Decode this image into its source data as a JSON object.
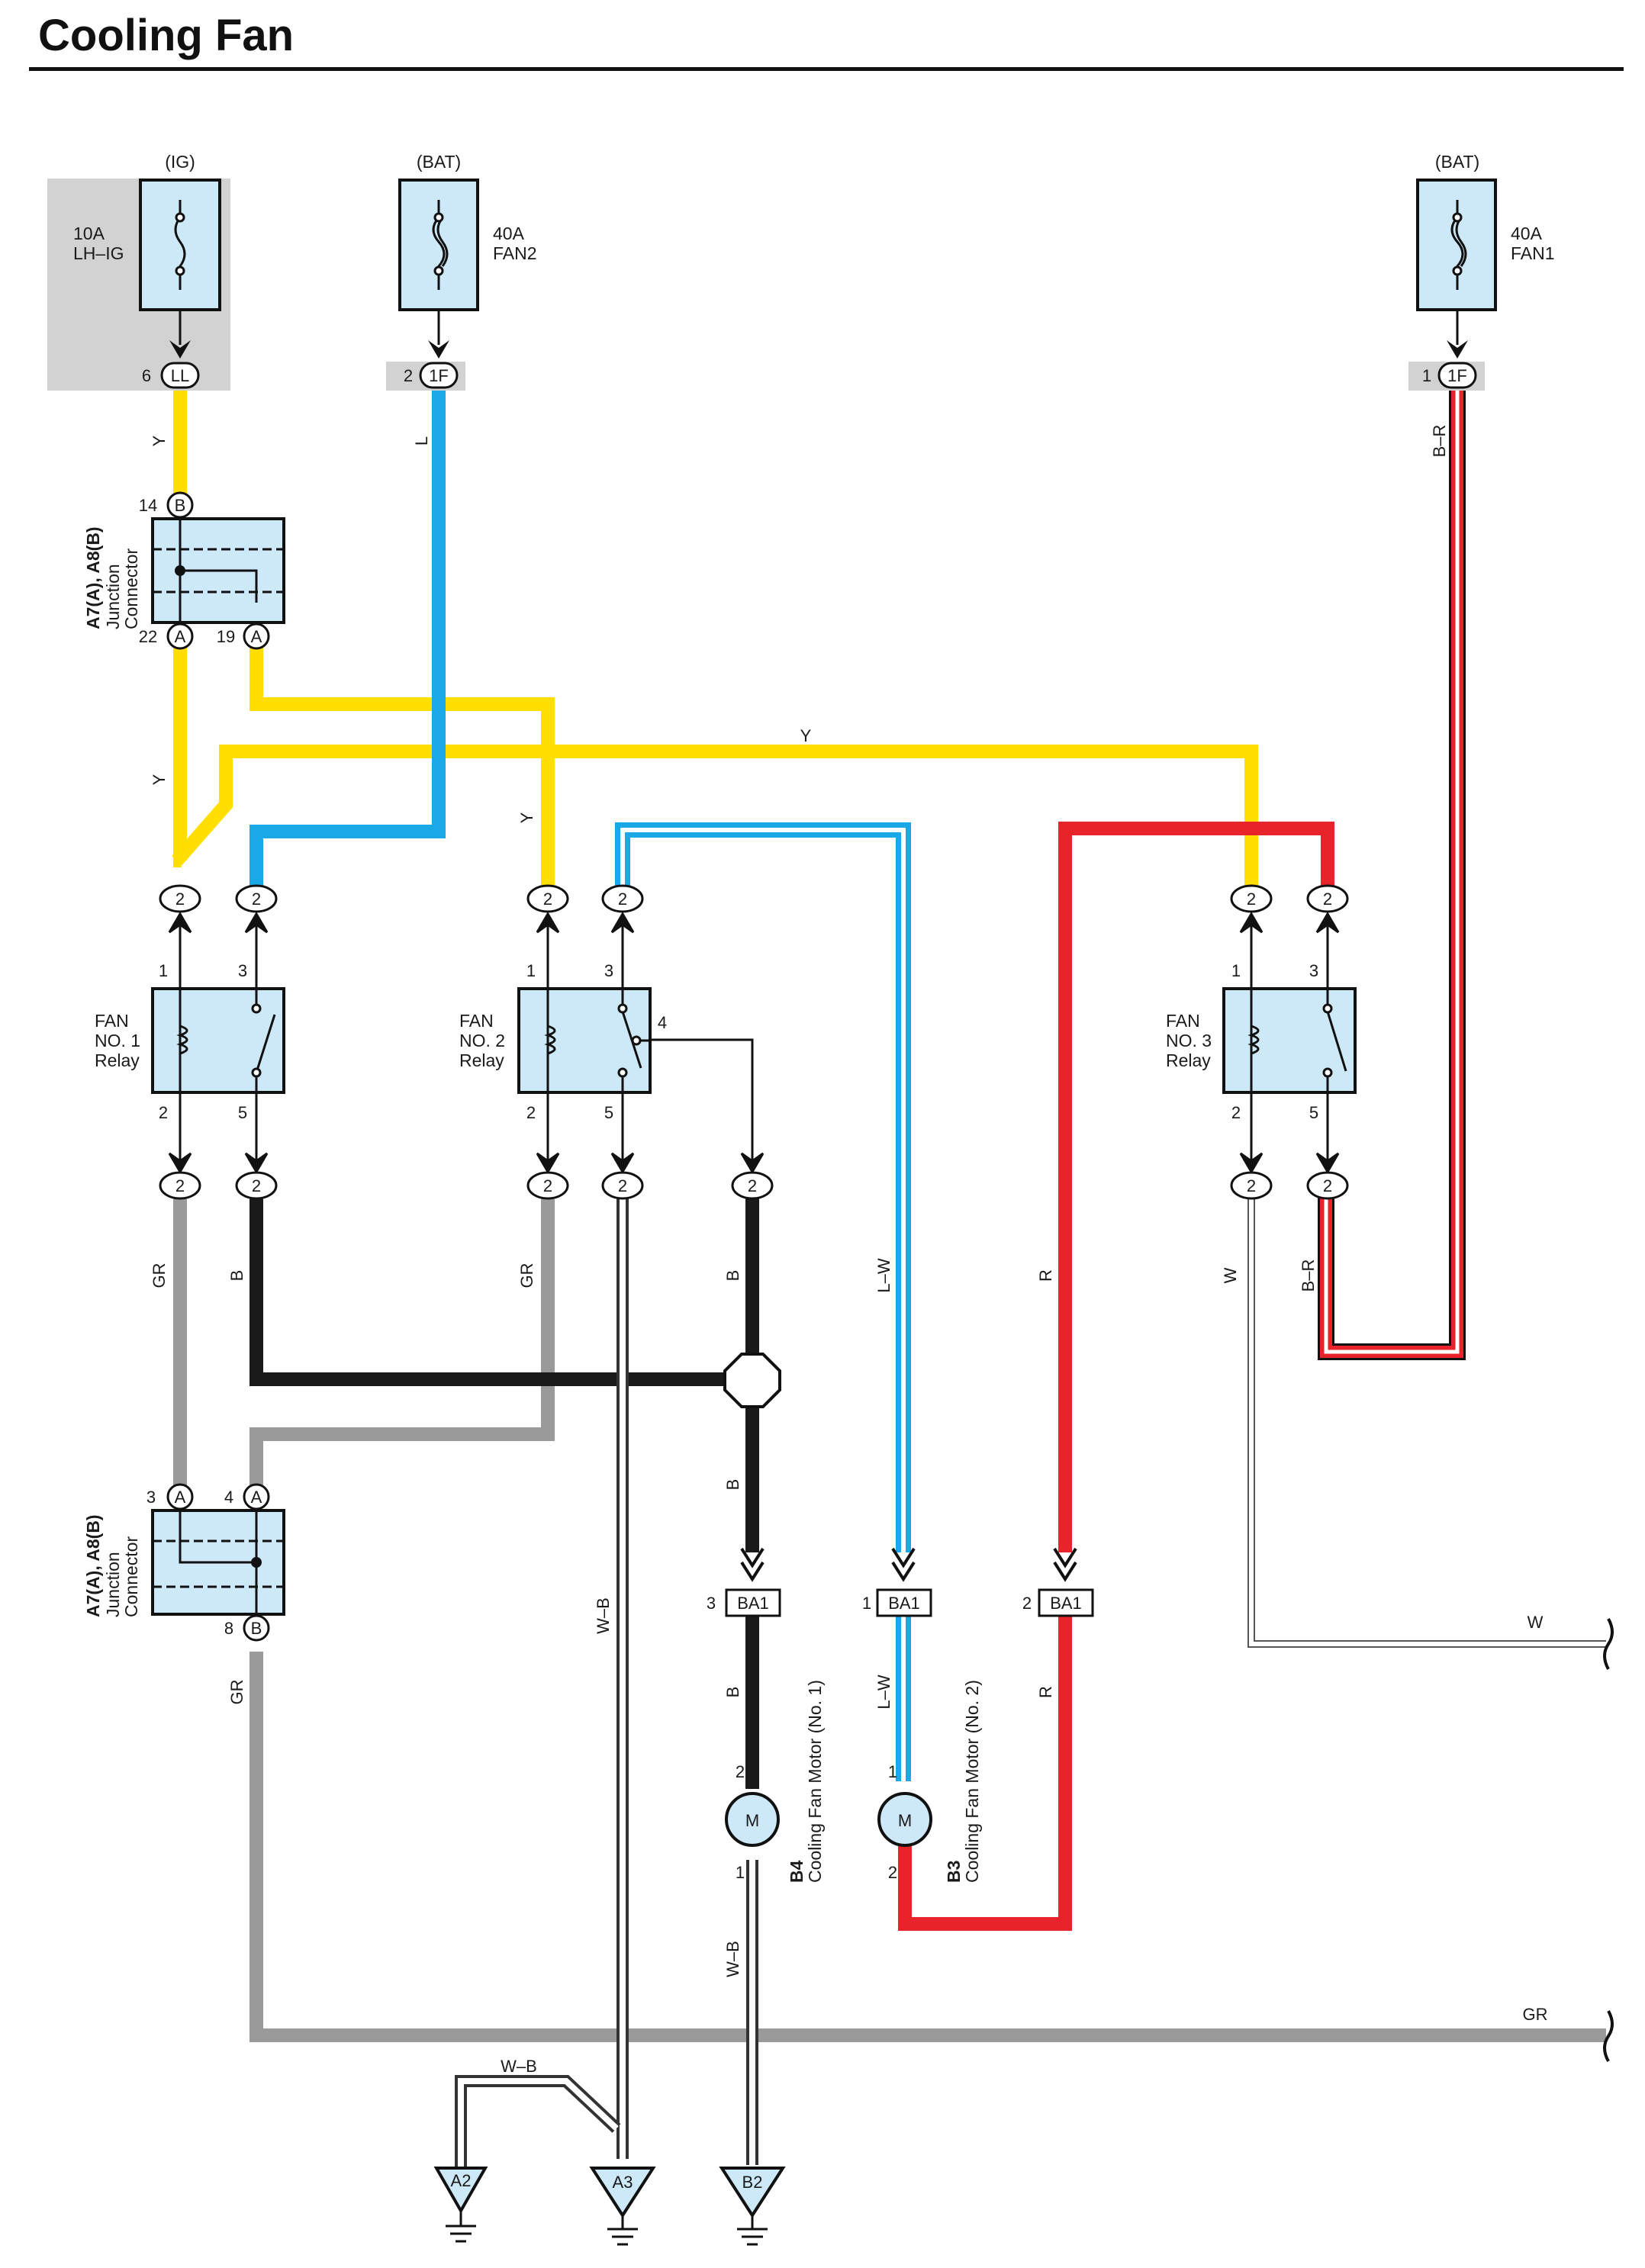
{
  "title": "Cooling Fan",
  "colors": {
    "Y": "#ffde00",
    "L": "#19a9e6",
    "R": "#e8232a",
    "B": "#1a1a1a",
    "GR": "#9a9a9a",
    "W": "#ffffff",
    "component_fill": "#cde8f6",
    "shade": "#d2d2d2"
  },
  "power": {
    "ig": "(IG)",
    "bat": "(BAT)",
    "fuse_lhig_amp": "10A",
    "fuse_lhig_name": "LH–IG",
    "fuse_fan2_amp": "40A",
    "fuse_fan2_name": "FAN2",
    "fuse_fan1_amp": "40A",
    "fuse_fan1_name": "FAN1"
  },
  "connectors": {
    "LL": "LL",
    "1F": "1F",
    "A": "A",
    "B": "B",
    "2": "2",
    "BA1": "BA1"
  },
  "junction": {
    "name": "A7(A), A8(B)",
    "desc1": "Junction",
    "desc2": "Connector"
  },
  "relays": [
    {
      "l1": "FAN",
      "l2": "NO. 1",
      "l3": "Relay"
    },
    {
      "l1": "FAN",
      "l2": "NO. 2",
      "l3": "Relay"
    },
    {
      "l1": "FAN",
      "l2": "NO. 3",
      "l3": "Relay"
    }
  ],
  "motors": [
    {
      "id": "B4",
      "name": "Cooling Fan Motor (No. 1)",
      "symbol": "M"
    },
    {
      "id": "B3",
      "name": "Cooling Fan Motor (No. 2)",
      "symbol": "M"
    }
  ],
  "grounds": [
    "A2",
    "A3",
    "B2"
  ],
  "wires": {
    "Y": "Y",
    "L": "L",
    "BR": "B–R",
    "GR": "GR",
    "B": "B",
    "LW": "L–W",
    "R": "R",
    "W": "W",
    "WB": "W–B"
  },
  "pins": {
    "p1": "1",
    "p2": "2",
    "p3": "3",
    "p4": "4",
    "p5": "5",
    "p6": "6",
    "p8": "8",
    "p14": "14",
    "p19": "19",
    "p22": "22"
  }
}
